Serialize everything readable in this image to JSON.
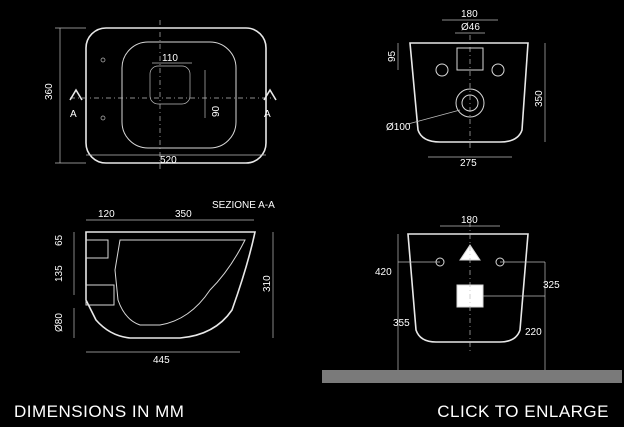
{
  "footer": {
    "units_caption": "DIMENSIONS IN MM",
    "enlarge_label": "CLICK TO ENLARGE"
  },
  "top_view": {
    "width": "520",
    "depth": "360",
    "seat_hole_spacing": "110",
    "seat_hole_offset": "90",
    "section_mark_left": "A",
    "section_mark_right": "A"
  },
  "rear_view": {
    "fixing_spacing": "180",
    "inlet_diameter": "Ø46",
    "inlet_offset": "95",
    "height": "350",
    "outlet_diameter": "Ø100",
    "base_width": "275"
  },
  "section_view": {
    "title": "SEZIONE A-A",
    "inlet_offset": "120",
    "inlet_to_outlet": "350",
    "top_offset": "65",
    "mid_offset": "135",
    "outlet_diameter": "Ø80",
    "height": "310",
    "length": "445"
  },
  "back_view": {
    "fixing_spacing": "180",
    "fixing_height": "420",
    "outlet_height": "355",
    "inlet_height": "325",
    "drain_height": "220"
  }
}
